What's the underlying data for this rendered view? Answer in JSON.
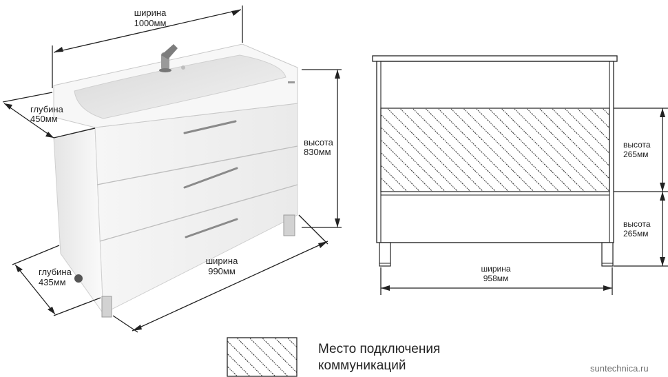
{
  "left_view": {
    "top_width": {
      "label": "ширина",
      "value": "1000мм"
    },
    "top_depth": {
      "label": "глубина",
      "value": "450мм"
    },
    "height": {
      "label": "высота",
      "value": "830мм"
    },
    "bottom_depth": {
      "label": "глубина",
      "value": "435мм"
    },
    "bottom_width": {
      "label": "ширина",
      "value": "990мм"
    }
  },
  "right_view": {
    "upper_height": {
      "label": "высота",
      "value": "265мм"
    },
    "lower_height": {
      "label": "высота",
      "value": "265мм"
    },
    "width": {
      "label": "ширина",
      "value": "958мм"
    }
  },
  "legend": {
    "line1": "Место подключения",
    "line2": "коммуникаций"
  },
  "watermark": "suntechnica.ru",
  "colors": {
    "outline": "#333333",
    "dimension": "#222222",
    "hatch": "#444444",
    "cabinet": "#f4f4f4",
    "basin": "#e9e9e9"
  }
}
